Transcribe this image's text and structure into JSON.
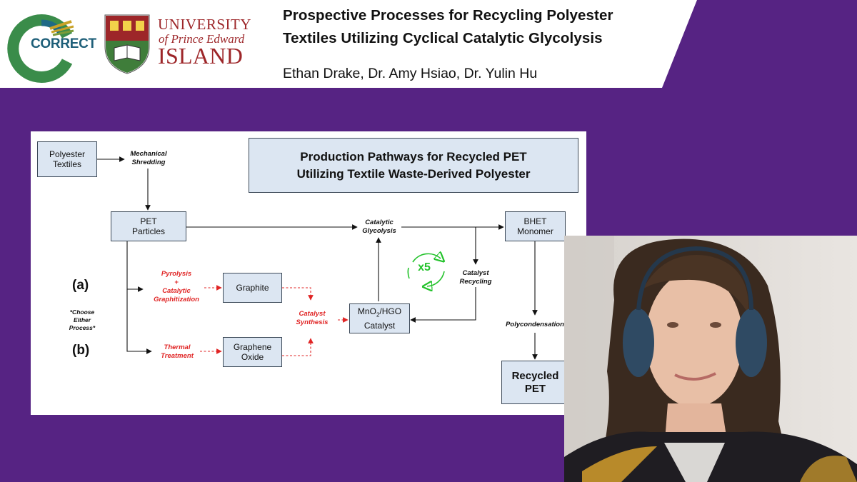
{
  "header": {
    "title_line1": "Prospective Processes for Recycling Polyester",
    "title_line2": "Textiles Utilizing Cyclical Catalytic Glycolysis",
    "authors": "Ethan Drake, Dr. Amy Hsiao, Dr. Yulin Hu"
  },
  "logos": {
    "correct": "CORRECT",
    "upei_line1": "UNIVERSITY",
    "upei_line2": "of Prince Edward",
    "upei_line3": "ISLAND"
  },
  "diagram": {
    "title_line1": "Production Pathways for Recycled PET",
    "title_line2": "Utilizing Textile Waste-Derived Polyester",
    "nodes": {
      "polyester": "Polyester\nTextiles",
      "pet_particles": "PET\nParticles",
      "bhet": "BHET\nMonomer",
      "graphite": "Graphite",
      "graphene_oxide": "Graphene\nOxide",
      "mno2_main": "MnO",
      "mno2_sub": "2",
      "mno2_rest": "/HGO",
      "mno2_line2": "Catalyst",
      "recycled": "Recycled\nPET"
    },
    "labels": {
      "shredding": "Mechanical\nShredding",
      "glycolysis": "Catalytic\nGlycolysis",
      "catalyst_recycling": "Catalyst\nRecycling",
      "pyrolysis": "Pyrolysis\n+\nCatalytic\nGraphitization",
      "thermal": "Thermal\nTreatment",
      "catalyst_synthesis": "Catalyst\nSynthesis",
      "polycondensation": "Polycondensation",
      "choose": "*Choose\nEither\nProcess*",
      "option_a": "(a)",
      "option_b": "(b)",
      "cycles": "x5"
    }
  },
  "colors": {
    "background": "#562383",
    "node_fill": "#dce6f2",
    "red": "#e02424",
    "green": "#22c22a",
    "upei_red": "#9d2629"
  }
}
